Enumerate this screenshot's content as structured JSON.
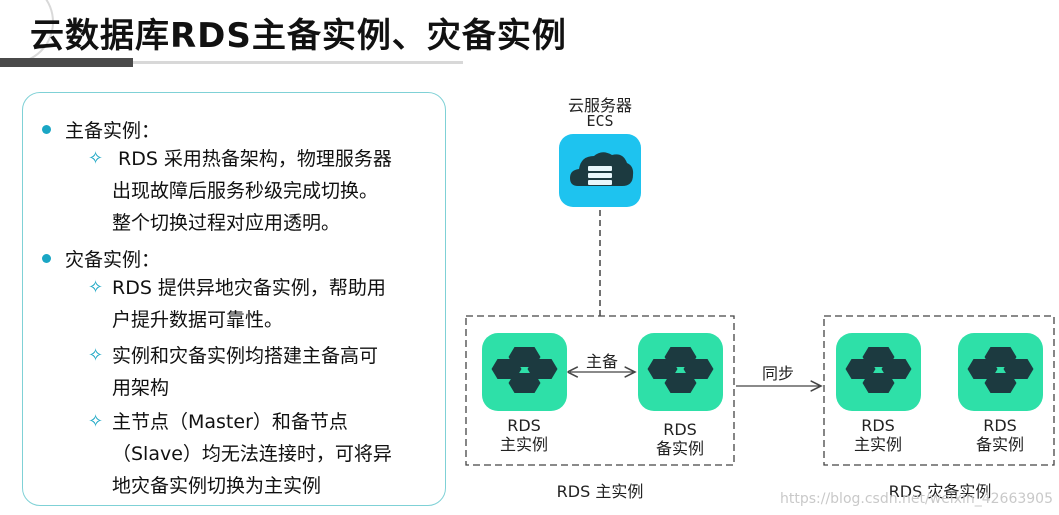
{
  "title": "云数据库RDS主备实例、灾备实例",
  "left_panel": {
    "section1": {
      "heading": "主备实例：",
      "items": [
        [
          "RDS 采用热备架构，物理服务器",
          "出现故障后服务秒级完成切换。",
          "整个切换过程对应用透明。"
        ]
      ]
    },
    "section2": {
      "heading": "灾备实例：",
      "items": [
        [
          "RDS 提供异地灾备实例，帮助用",
          "户提升数据可靠性。"
        ],
        [
          "实例和灾备实例均搭建主备高可",
          "用架构"
        ],
        [
          "主节点（Master）和备节点",
          "（Slave）均无法连接时，可将异",
          "地灾备实例切换为主实例"
        ]
      ]
    }
  },
  "diagram": {
    "ecs_name": "云服务器",
    "ecs_code": "ECS",
    "primary_group_label": "RDS 主实例",
    "dr_group_label": "RDS 灾备实例",
    "link_primary_standby": "主备",
    "link_sync": "同步",
    "nodes": [
      {
        "line1": "RDS",
        "line2": "主实例"
      },
      {
        "line1": "RDS",
        "line2": "备实例"
      },
      {
        "line1": "RDS",
        "line2": "主实例"
      },
      {
        "line1": "RDS",
        "line2": "备实例"
      }
    ],
    "colors": {
      "ecs_icon": "#1ec3ef",
      "rds_icon": "#2ee0a8",
      "panel_border": "#7fd1d6",
      "bullet": "#1aa6c4"
    },
    "icons": [
      "cloud-server-icon",
      "rds-database-icon"
    ]
  },
  "watermark": "https://blog.csdn.net/weixin_42663905"
}
